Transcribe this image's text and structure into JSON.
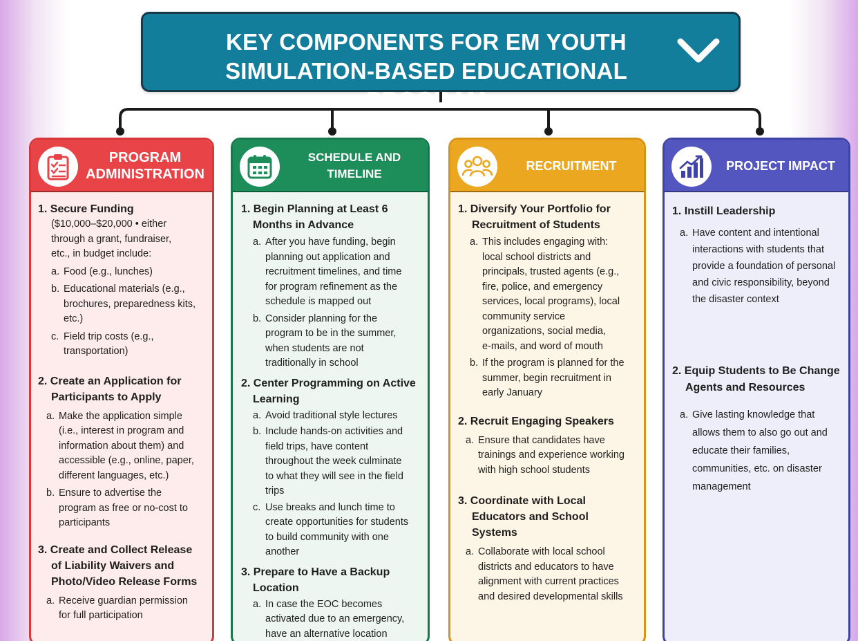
{
  "header": {
    "title_line1": "KEY COMPONENTS FOR EM YOUTH",
    "title_line2": "SIMULATION-BASED EDUCATIONAL PROGRAM",
    "chevron_icon": "chevron-down-icon"
  },
  "colors": {
    "header_bg": "#127e9c",
    "program_administration": "#e84448",
    "schedule_and_timeline": "#1d8d59",
    "recruitment": "#eba71f",
    "project_impact": "#5256be"
  },
  "columns": [
    {
      "title_line1": "PROGRAM",
      "title_line2": "ADMINISTRATION",
      "icon": "clipboard-checklist-icon",
      "items": [
        {
          "num": "1.",
          "heading_line1": "Secure Funding",
          "detail_lines": [
            "($10,000–$20,000 • either",
            "through a grant, fundraiser,",
            "etc., in budget include:"
          ],
          "subs": [
            {
              "m": "a.",
              "lines": [
                "Food (e.g., lunches)"
              ]
            },
            {
              "m": "b.",
              "lines": [
                "Educational materials (e.g.,",
                "brochures, preparedness kits,",
                "etc.)"
              ]
            },
            {
              "m": "c.",
              "lines": [
                "Field trip costs (e.g.,",
                "transportation)"
              ]
            }
          ]
        },
        {
          "num": "2.",
          "heading_line1": "Create an Application for",
          "heading_line2": "Participants to Apply",
          "subs": [
            {
              "m": "a.",
              "lines": [
                "Make the application simple",
                "(i.e., interest in program and",
                "information about them) and",
                "accessible (e.g., online, paper,",
                "different languages, etc.)"
              ]
            },
            {
              "m": "b.",
              "lines": [
                "Ensure to advertise the",
                "program as free or no-cost to",
                "participants"
              ]
            }
          ]
        },
        {
          "num": "3.",
          "heading_line1": "Create and Collect Release",
          "heading_line2": "of Liability Waivers and",
          "heading_line3": "Photo/Video Release Forms",
          "subs": [
            {
              "m": "a.",
              "lines": [
                "Receive guardian permission",
                "for full participation"
              ]
            }
          ]
        }
      ]
    },
    {
      "title_line1": "SCHEDULE AND TIMELINE",
      "icon": "calendar-icon",
      "items": [
        {
          "num": "1.",
          "heading_line1": "Begin Planning at Least 6",
          "heading_line2": "Months in Advance",
          "subs": [
            {
              "m": "a.",
              "lines": [
                "After you have funding, begin",
                "planning out application and",
                "recruitment timelines, and time",
                "for program refinement as the",
                "schedule is mapped out"
              ]
            },
            {
              "m": "b.",
              "lines": [
                "Consider planning for the",
                "program to be in the summer,",
                "when students are not",
                "traditionally in school"
              ]
            }
          ]
        },
        {
          "num": "2.",
          "heading_line1": "Center Programming on Active",
          "heading_line2": "Learning",
          "subs": [
            {
              "m": "a.",
              "lines": [
                "Avoid traditional style lectures"
              ]
            },
            {
              "m": "b.",
              "lines": [
                "Include hands-on activities and",
                "field trips, have content",
                "throughout the week culminate",
                "to what they will see in the field",
                "trips"
              ]
            },
            {
              "m": "c.",
              "lines": [
                "Use breaks and lunch time to",
                "create opportunities for students",
                "to build community with one",
                "another"
              ]
            }
          ]
        },
        {
          "num": "3.",
          "heading_line1": "Prepare to Have a Backup",
          "heading_line2": "Location",
          "subs": [
            {
              "m": "a.",
              "lines": [
                "In case the EOC becomes",
                "activated due to an emergency,",
                "have an alternative location"
              ]
            }
          ]
        }
      ]
    },
    {
      "title_line1": "RECRUITMENT",
      "icon": "people-group-icon",
      "items": [
        {
          "num": "1.",
          "heading_line1": "Diversify Your Portfolio for",
          "heading_line2": "Recruitment of Students",
          "subs": [
            {
              "m": "a.",
              "lines": [
                "This includes engaging with:",
                "local school districts and",
                "principals, trusted agents (e.g.,",
                "fire, police, and emergency",
                "services, local programs), local",
                "community service",
                "organizations, social media,",
                "e-mails, and word of mouth"
              ]
            },
            {
              "m": "b.",
              "lines": [
                "If the program is planned for the",
                "summer, begin recruitment in",
                "early January"
              ]
            }
          ]
        },
        {
          "num": "2.",
          "heading_line1": "Recruit Engaging Speakers",
          "subs": [
            {
              "m": "a.",
              "lines": [
                "Ensure that candidates have",
                "trainings and experience working",
                "with high school students"
              ]
            }
          ]
        },
        {
          "num": "3.",
          "heading_line1": "Coordinate with Local",
          "heading_line2": "Educators and School",
          "heading_line3": "Systems",
          "subs": [
            {
              "m": "a.",
              "lines": [
                "Collaborate with local school",
                "districts and educators to have",
                "alignment with current practices",
                "and desired developmental skills"
              ]
            }
          ]
        }
      ]
    },
    {
      "title_line1": "PROJECT IMPACT",
      "icon": "growth-chart-icon",
      "items": [
        {
          "num": "1.",
          "heading_line1": "Instill Leadership",
          "subs": [
            {
              "m": "a.",
              "lines": [
                "Have content and intentional",
                "interactions with students that",
                "provide a foundation of personal",
                "and civic responsibility, beyond",
                "the disaster context"
              ]
            }
          ]
        },
        {
          "num": "2.",
          "heading_line1": "Equip Students to Be Change",
          "heading_line2": "Agents and Resources",
          "subs": [
            {
              "m": "a.",
              "lines": [
                "Give lasting knowledge that",
                "allows them to also go out and",
                "educate their families,",
                "communities, etc. on disaster",
                "management"
              ]
            }
          ]
        }
      ]
    }
  ]
}
